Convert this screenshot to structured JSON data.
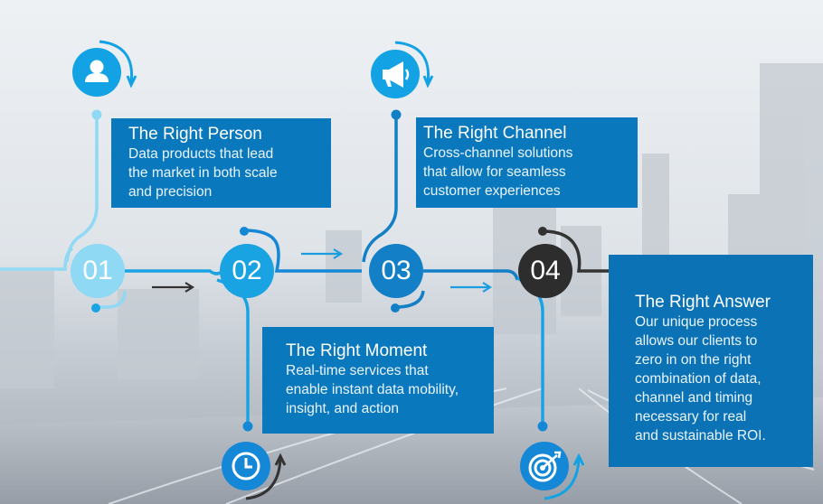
{
  "steps": [
    {
      "number": "01",
      "title": "The Right Person",
      "description": "Data products that lead the market in both scale and precision",
      "description_lines": [
        "Data products that lead",
        "the market in both scale",
        "and precision"
      ],
      "icon": "person-icon"
    },
    {
      "number": "02",
      "title": "The Right Moment",
      "description": "Real-time services that enable instant data mobility, insight, and action",
      "description_lines": [
        "Real-time services that",
        "enable instant data mobility,",
        "insight, and action"
      ],
      "icon": "clock-icon"
    },
    {
      "number": "03",
      "title": "The Right Channel",
      "description": "Cross-channel solutions that allow for seamless customer experiences",
      "description_lines": [
        "Cross-channel solutions",
        "that allow for seamless",
        "customer experiences"
      ],
      "icon": "megaphone-icon"
    },
    {
      "number": "04",
      "title": "The Right Answer",
      "description": "Our unique process allows our clients to zero in on the right combination of data, channel and timing necessary for real and sustainable ROI.",
      "description_lines": [
        "Our unique process",
        "allows our clients to",
        "zero in on the right",
        "combination of data,",
        "channel and timing",
        "necessary for real",
        "and sustainable ROI."
      ],
      "icon": "target-icon"
    }
  ],
  "colors": {
    "box_blue": "#0a78bd",
    "step1": "#8fd9f5",
    "step2": "#1aa3e3",
    "step3": "#127fc7",
    "step4": "#2d2d2d",
    "connector": "#1a9ee0",
    "dark_connector": "#333333"
  }
}
